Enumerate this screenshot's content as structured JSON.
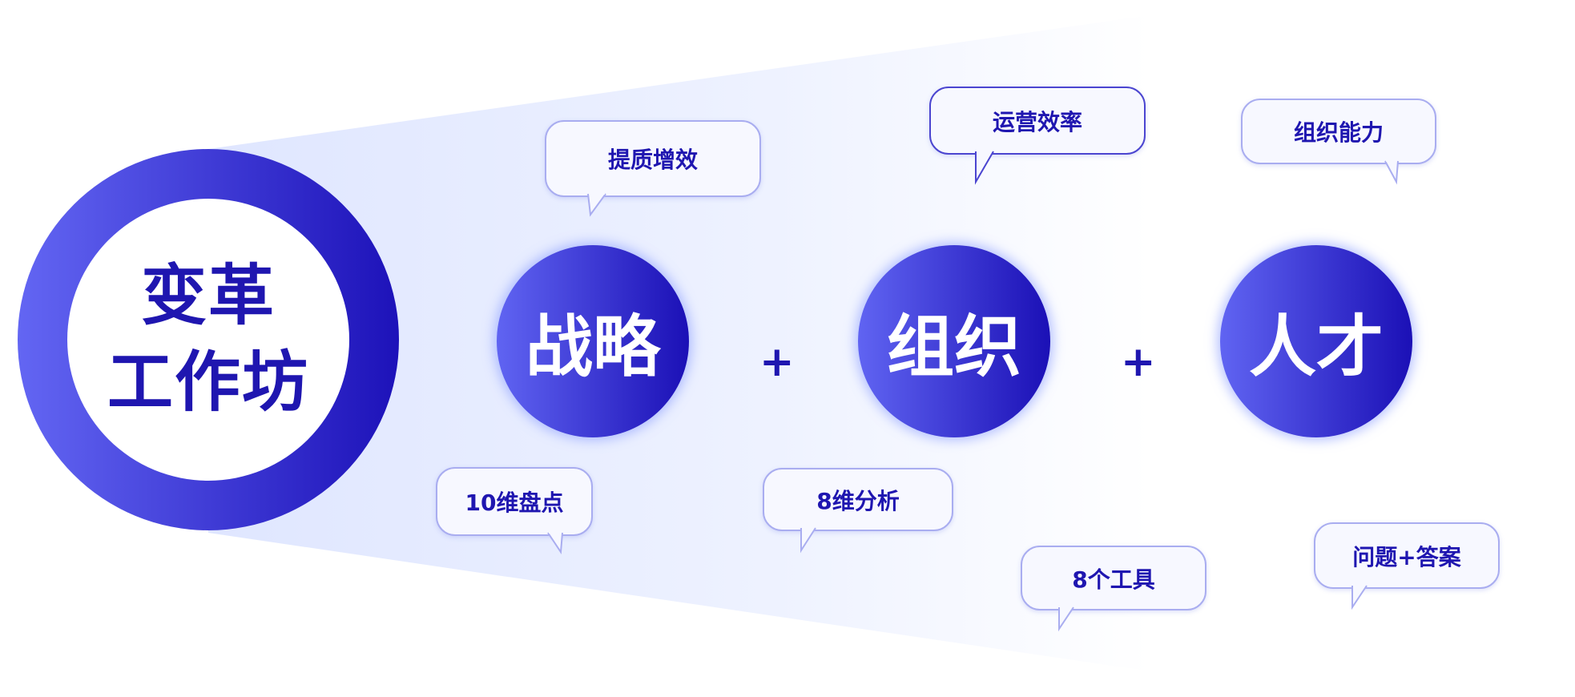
{
  "hub": {
    "line1": "变革",
    "line2": "工作坊"
  },
  "pillars": [
    {
      "label": "战略"
    },
    {
      "label": "组织"
    },
    {
      "label": "人才"
    }
  ],
  "operators": [
    "+",
    "+"
  ],
  "bubbles": [
    {
      "label": "提质增效"
    },
    {
      "label": "10维盘点"
    },
    {
      "label": "运营效率"
    },
    {
      "label": "8维分析"
    },
    {
      "label": "组织能力"
    },
    {
      "label": "8个工具"
    },
    {
      "label": "问题+答案"
    }
  ],
  "colors": {
    "accent": "#1f16b0",
    "gradient_start": "#6366f3",
    "gradient_end": "#1d12b9"
  }
}
